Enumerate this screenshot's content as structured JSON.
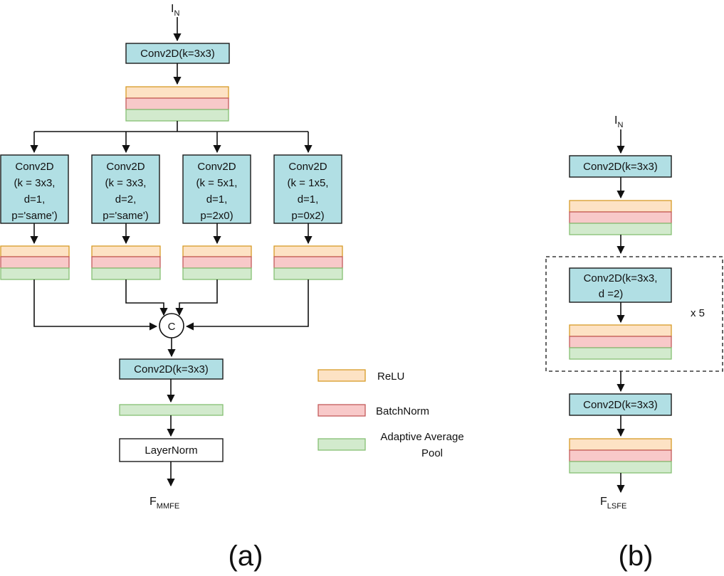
{
  "panel_a": {
    "input_label": {
      "main": "I",
      "sub": "N"
    },
    "conv_top": "Conv2D(k=3x3)",
    "branches": [
      {
        "lines": [
          "Conv2D",
          "(k = 3x3,",
          "d=1,",
          "p='same')"
        ]
      },
      {
        "lines": [
          "Conv2D",
          "(k = 3x3,",
          "d=2,",
          "p='same')"
        ]
      },
      {
        "lines": [
          "Conv2D",
          "(k = 5x1,",
          "d=1,",
          "p=2x0)"
        ]
      },
      {
        "lines": [
          "Conv2D",
          "(k = 1x5,",
          "d=1,",
          "p=0x2)"
        ]
      }
    ],
    "concat_symbol": "C",
    "conv_bottom": "Conv2D(k=3x3)",
    "layernorm": "LayerNorm",
    "output_label": {
      "main": "F",
      "sub": "MMFE"
    },
    "panel_label": "(a)"
  },
  "legend": {
    "items": [
      {
        "label_lines": [
          "ReLU"
        ],
        "color": "#fde2c4"
      },
      {
        "label_lines": [
          "BatchNorm"
        ],
        "color": "#f8c9c9"
      },
      {
        "label_lines": [
          "Adaptive Average",
          "Pool"
        ],
        "color": "#d2eacd"
      }
    ]
  },
  "panel_b": {
    "input_label": {
      "main": "I",
      "sub": "N"
    },
    "conv_top": "Conv2D(k=3x3)",
    "conv_repeat_lines": [
      "Conv2D(k=3x3,",
      "d =2)"
    ],
    "repeat_label": "x 5",
    "conv_bottom": "Conv2D(k=3x3)",
    "output_label": {
      "main": "F",
      "sub": "LSFE"
    },
    "panel_label": "(b)"
  },
  "colors": {
    "conv_fill": "#b1dfe4",
    "relu": "#fde2c4",
    "batchnorm": "#f8c9c9",
    "pool": "#d2eacd"
  }
}
